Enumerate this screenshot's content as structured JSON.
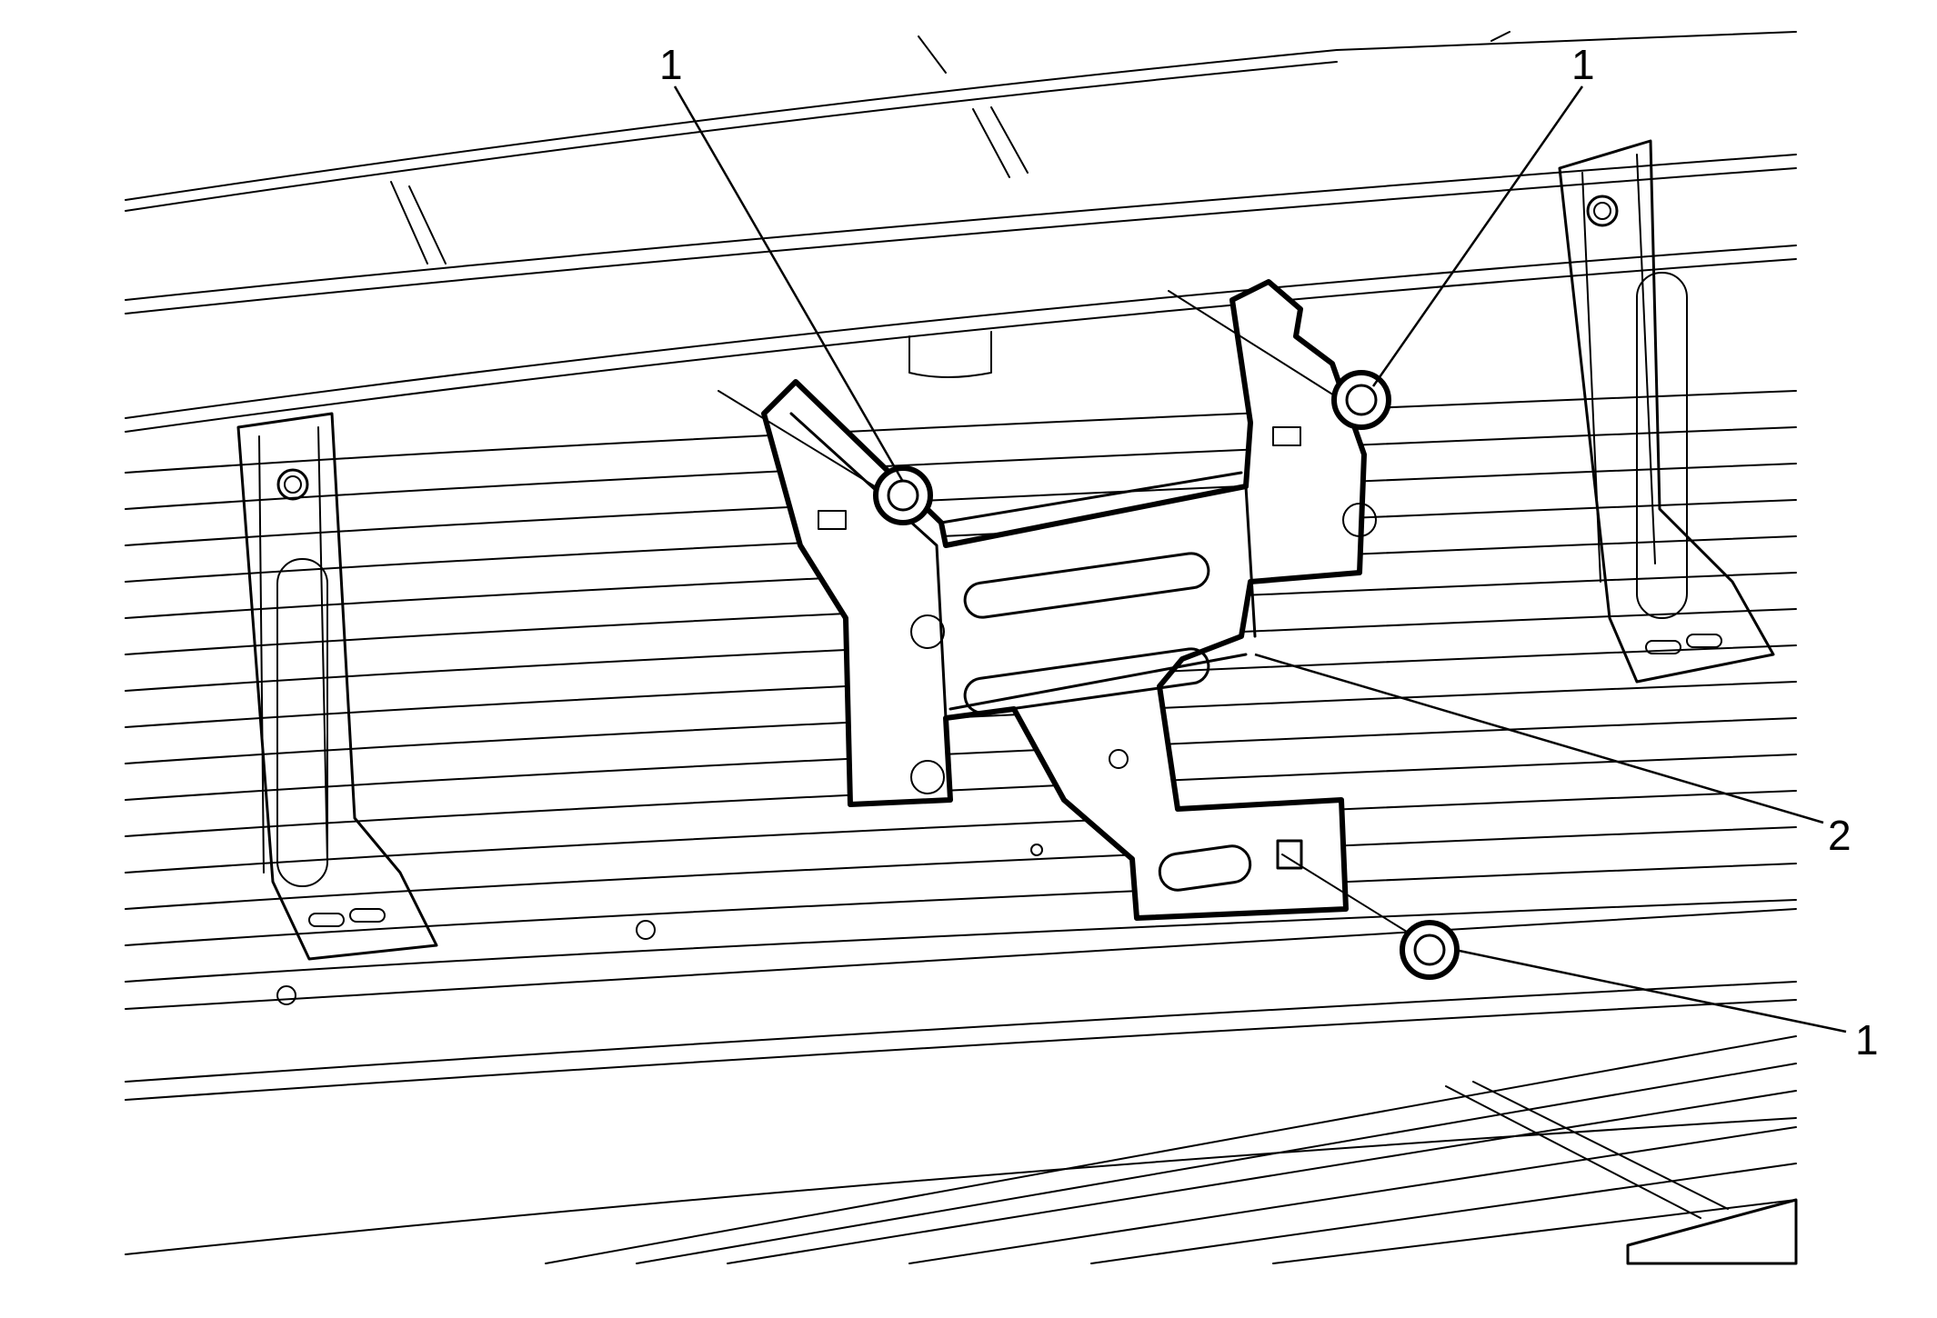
{
  "callouts": [
    {
      "id": "fastener-top-left",
      "label": "1"
    },
    {
      "id": "fastener-top-right",
      "label": "1"
    },
    {
      "id": "bracket",
      "label": "2"
    },
    {
      "id": "fastener-bottom",
      "label": "1"
    }
  ]
}
